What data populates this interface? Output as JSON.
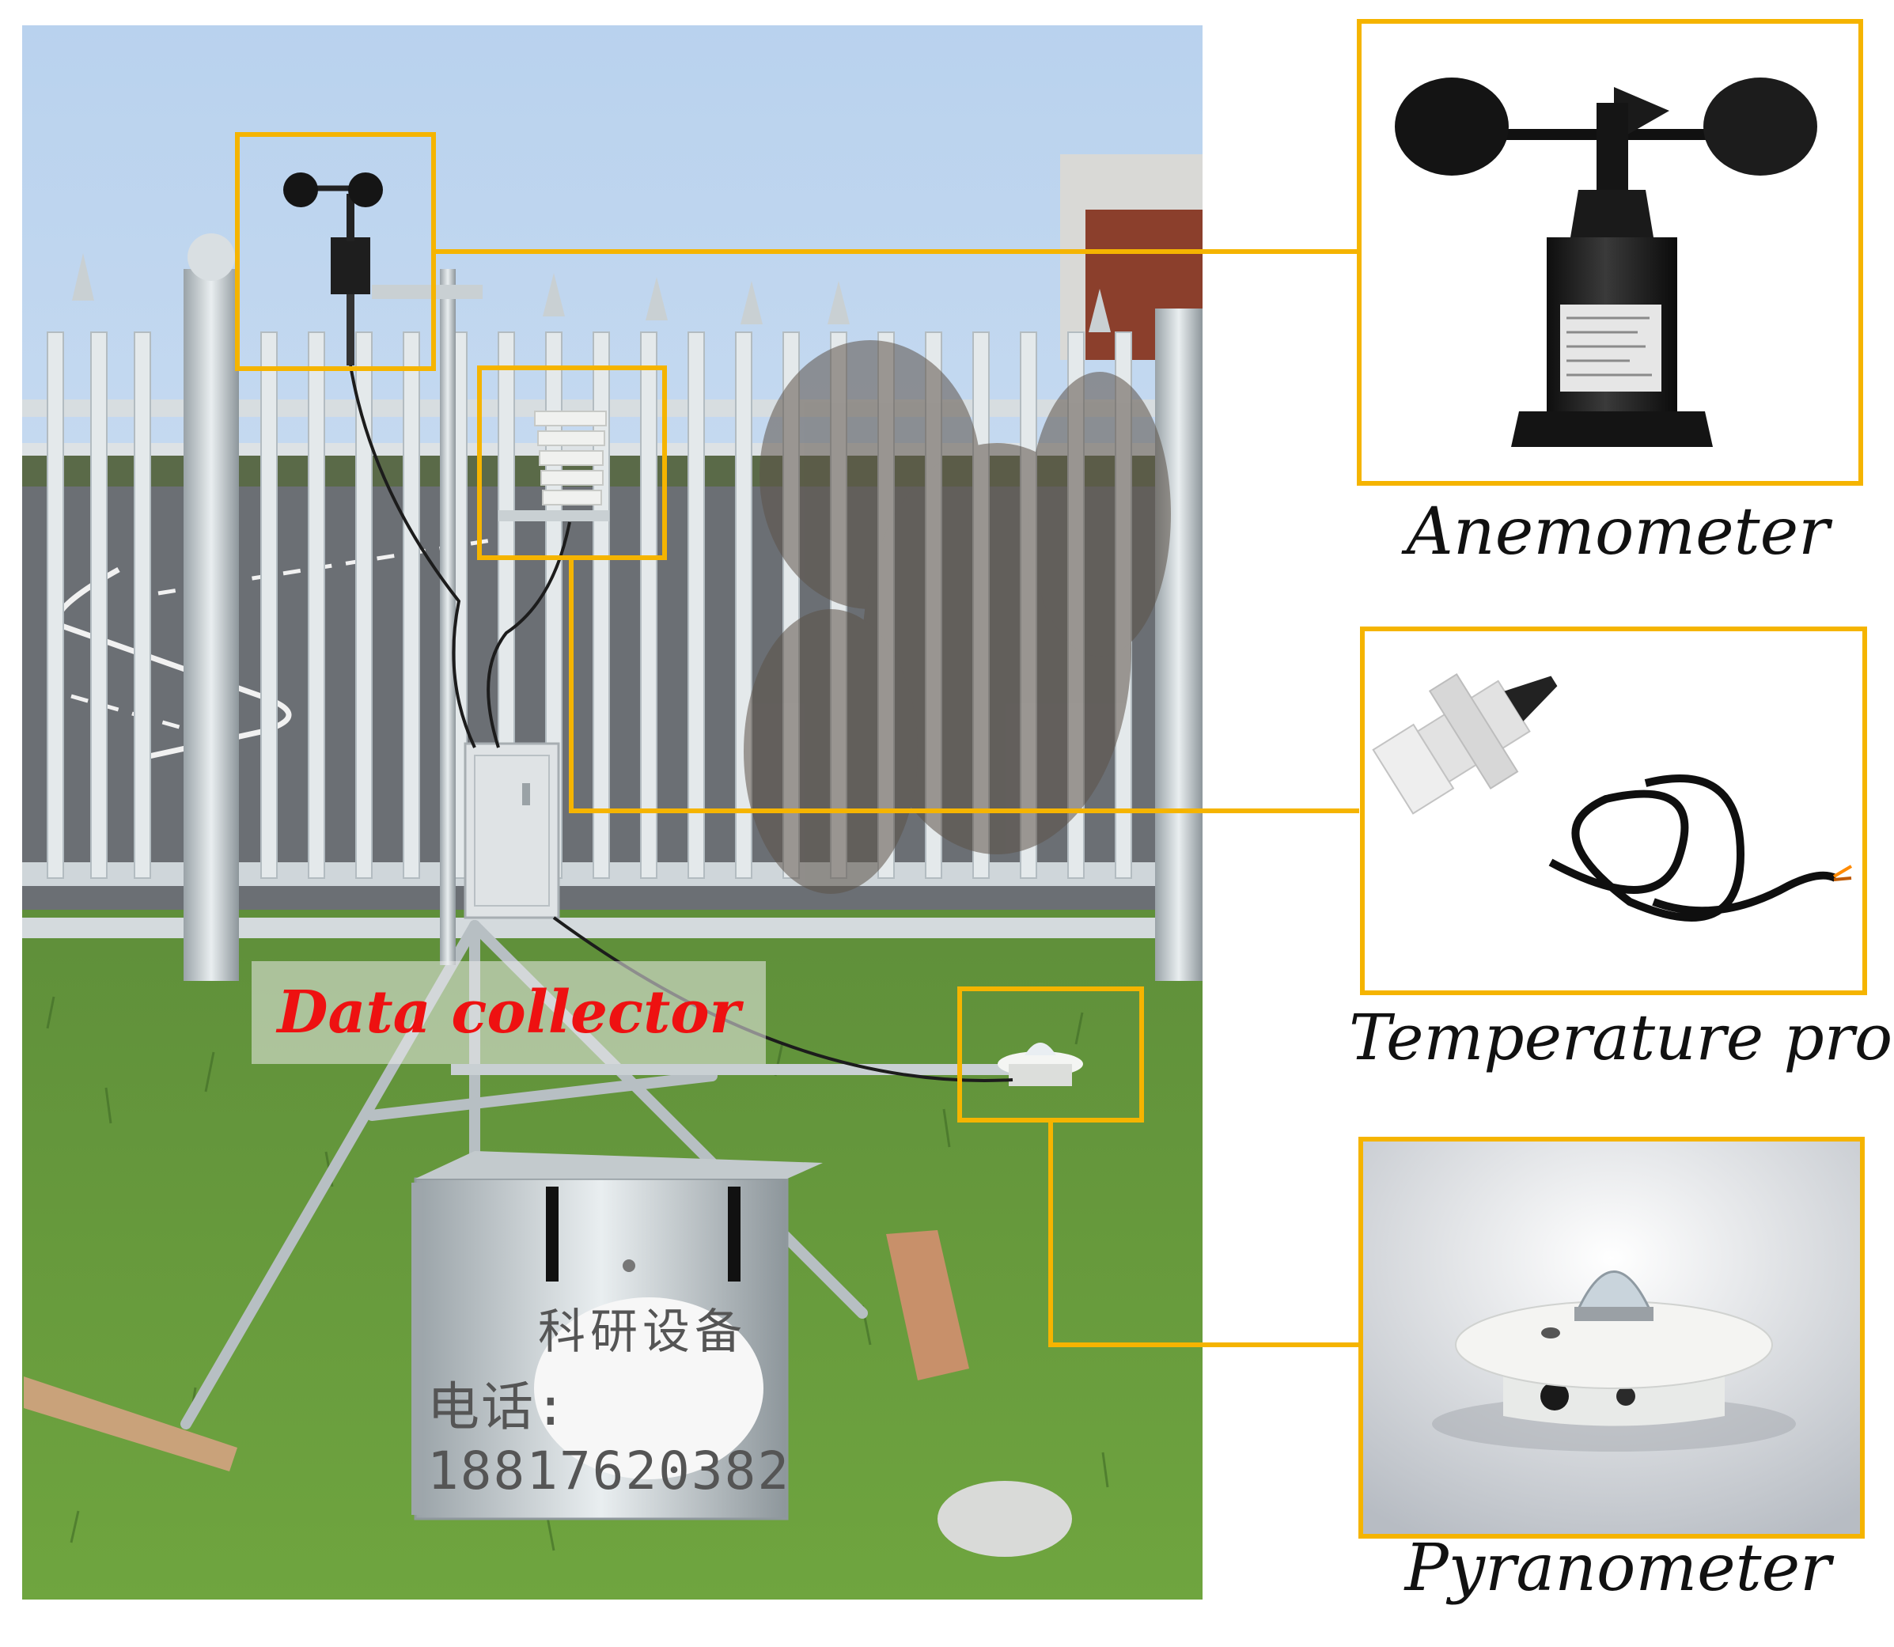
{
  "captions": {
    "anemometer": "Anemometer",
    "temperature_probe": "Temperature probe",
    "pyranometer": "Pyranometer"
  },
  "photo": {
    "collector_label": "Data collector",
    "box_handwriting_title": "科研设备",
    "box_handwriting_phone": "电话: 18817620382"
  },
  "colors": {
    "callout": "#f5b400",
    "collector_text": "#ee1111"
  }
}
